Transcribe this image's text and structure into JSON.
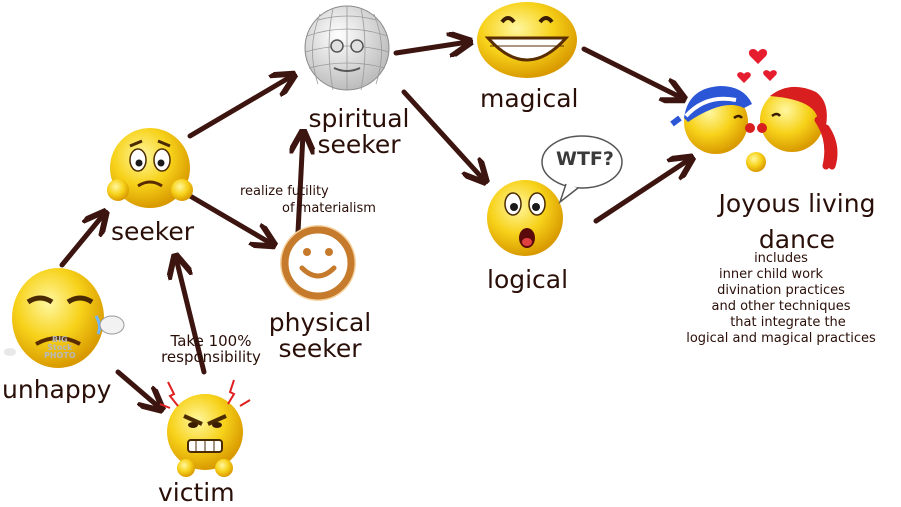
{
  "diagram": {
    "nodes": {
      "unhappy": "unhappy",
      "victim": "victim",
      "seeker": "seeker",
      "physical_seeker": [
        "physical",
        "seeker"
      ],
      "spiritual_seeker": [
        "spiritual",
        "seeker"
      ],
      "magical": "magical",
      "logical": "logical",
      "joyous": [
        "Joyous living",
        "dance"
      ]
    },
    "annotations": {
      "responsibility": [
        "Take 100%",
        "responsibility"
      ],
      "futility": [
        "realize futility",
        "of materialism"
      ],
      "wtf": "WTF?",
      "stock_watermark": [
        "BIG",
        "Stock",
        "PHOTO"
      ],
      "includes": [
        "includes",
        "inner child work",
        "divination practices",
        "and other techniques",
        "that integrate the",
        "logical and magical practices"
      ]
    },
    "colors": {
      "arrow": "#3d1510",
      "text": "#2a0f08",
      "emoji_yellow": "#f7d21a",
      "emoji_shadow": "#d99a00",
      "brown_smiley": "#c67a2c"
    }
  }
}
